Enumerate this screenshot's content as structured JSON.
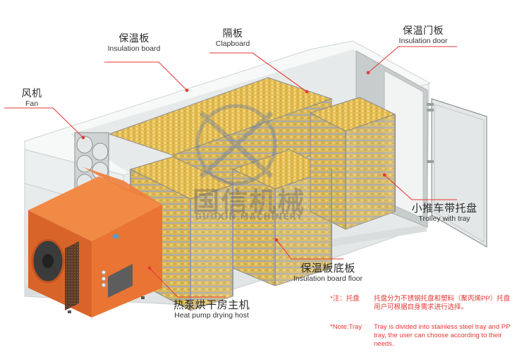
{
  "diagram": {
    "subject": "Heat pump drying room cutaway",
    "watermark": {
      "cn": "国信机械",
      "en": "GUOXIN MACHINERY"
    },
    "labels": [
      {
        "id": "insulation-board",
        "cn": "保温板",
        "en": "Insulation board"
      },
      {
        "id": "clapboard",
        "cn": "隔板",
        "en": "Clapboard"
      },
      {
        "id": "insulation-door",
        "cn": "保温门板",
        "en": "Insulation door"
      },
      {
        "id": "fan",
        "cn": "风机",
        "en": "Fan"
      },
      {
        "id": "trolley-with-tray",
        "cn": "小推车带托盘",
        "en": "Trolley with tray"
      },
      {
        "id": "insulation-board-floor",
        "cn": "保温板底板",
        "en": "Insulation board floor"
      },
      {
        "id": "heat-pump-host",
        "cn": "热泵烘干房主机",
        "en": "Heat pump drying host"
      }
    ],
    "notes": {
      "cn": {
        "key": "*注：托盘",
        "text": "托盘分为不锈钢托盘和塑料（聚丙烯PP）托盘用户可根据自身需求进行选择。"
      },
      "en": {
        "key": "*Note:Tray",
        "text": "Tray is divided into stainless steel tray and PP  tray,  the user can choose according to their needs."
      }
    },
    "colors": {
      "leader_line": "#e53935",
      "heat_pump_body": "#e8702a",
      "heat_pump_dark": "#c95a1c",
      "product_yellow": "#e6c25a",
      "rack_steel": "#9a9a9a",
      "room_wall": "#e9ecec",
      "note_text": "#e53935"
    }
  }
}
